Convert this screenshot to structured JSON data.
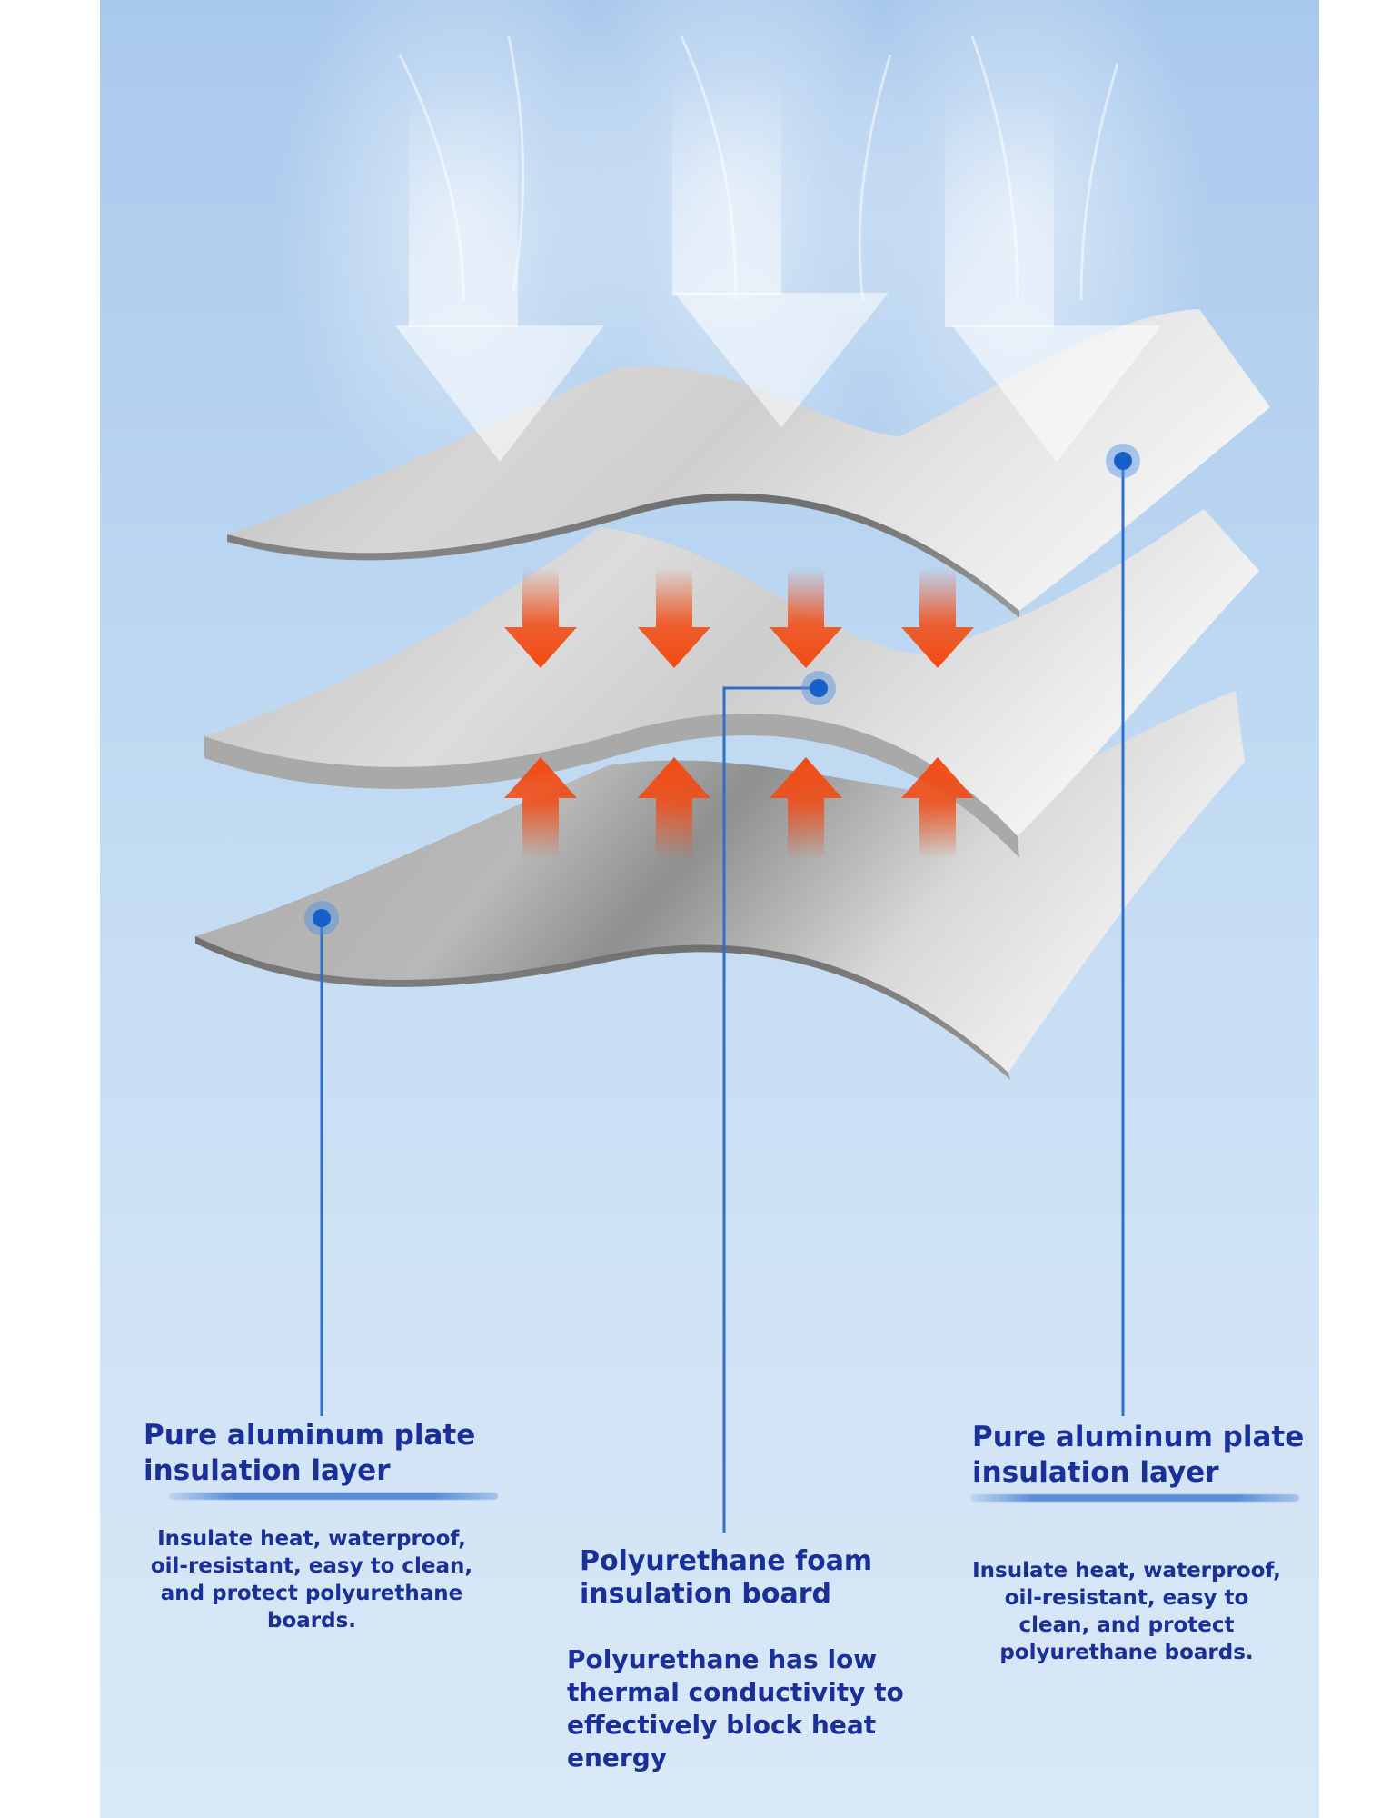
{
  "colors": {
    "title_text": "#1a2f97",
    "leader_line": "#2f6fc8",
    "heat_arrow": "#f24a12",
    "background_top": "#a9c9ec",
    "background_bottom": "#d9e8f7",
    "plate": "#c9c9c9"
  },
  "layers": {
    "top_plate": "aluminum",
    "middle_board": "polyurethane-foam",
    "bottom_plate": "aluminum"
  },
  "icons": [
    "cold-air-arrow-icon",
    "heat-arrow-down-icon",
    "heat-arrow-up-icon",
    "callout-dot-icon"
  ],
  "callouts": {
    "left": {
      "title": "Pure aluminum plate\ninsulation layer",
      "desc": "Insulate heat, waterproof, oil-resistant, easy to clean, and protect polyurethane boards."
    },
    "middle": {
      "title": "Polyurethane foam\ninsulation board",
      "desc": "Polyurethane has low thermal conductivity to effectively block heat energy"
    },
    "right": {
      "title": "Pure aluminum plate\ninsulation layer",
      "desc": "Insulate heat, waterproof, oil-resistant, easy to clean, and protect polyurethane boards."
    }
  }
}
